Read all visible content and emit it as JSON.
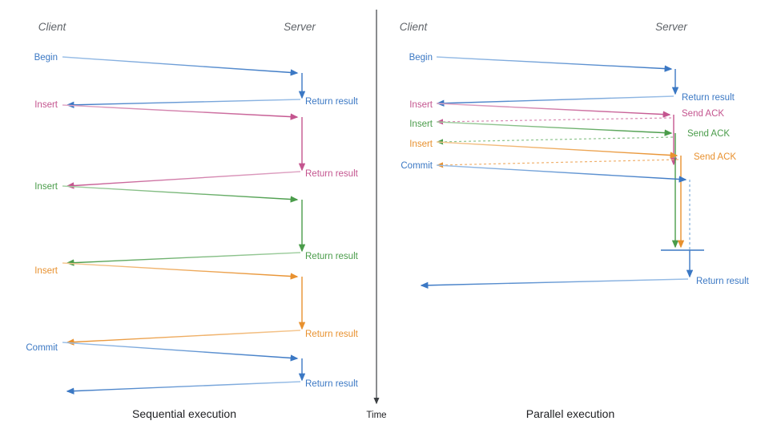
{
  "diagram": {
    "title_left": "Sequential execution",
    "title_right": "Parallel execution",
    "time_axis_label": "Time",
    "colors": {
      "blue": "#4285c8",
      "blue_dark": "#3b78c4",
      "pink": "#c4558f",
      "green": "#4a9c4a",
      "orange": "#e8912f",
      "header_gray": "#5f6368",
      "caption_black": "#202124",
      "time_axis": "#3c4043",
      "background": "#ffffff"
    },
    "lanes": {
      "client": "Client",
      "server": "Server"
    }
  },
  "left_panel": {
    "header_client": "Client",
    "header_server": "Server",
    "caption": "Sequential execution",
    "messages": [
      {
        "label": "Begin",
        "color": "blue",
        "reply": "Return result",
        "reply_color": "blue"
      },
      {
        "label": "Insert",
        "color": "pink",
        "reply": "Return result",
        "reply_color": "pink"
      },
      {
        "label": "Insert",
        "color": "green",
        "reply": "Return result",
        "reply_color": "green"
      },
      {
        "label": "Insert",
        "color": "orange",
        "reply": "Return result",
        "reply_color": "orange"
      },
      {
        "label": "Commit",
        "color": "blue",
        "reply": "Return result",
        "reply_color": "blue"
      }
    ]
  },
  "right_panel": {
    "header_client": "Client",
    "header_server": "Server",
    "caption": "Parallel execution",
    "messages": [
      {
        "label": "Begin",
        "color": "blue",
        "reply": "Return result",
        "reply_color": "blue",
        "reply_style": "solid"
      },
      {
        "label": "Insert",
        "color": "pink",
        "reply": "Send ACK",
        "reply_color": "pink",
        "reply_style": "dotted"
      },
      {
        "label": "Insert",
        "color": "green",
        "reply": "Send ACK",
        "reply_color": "green",
        "reply_style": "dotted"
      },
      {
        "label": "Insert",
        "color": "orange",
        "reply": "Send ACK",
        "reply_color": "orange",
        "reply_style": "dotted"
      },
      {
        "label": "Commit",
        "color": "blue",
        "reply": "Return result",
        "reply_color": "blue",
        "reply_style": "solid"
      }
    ]
  }
}
